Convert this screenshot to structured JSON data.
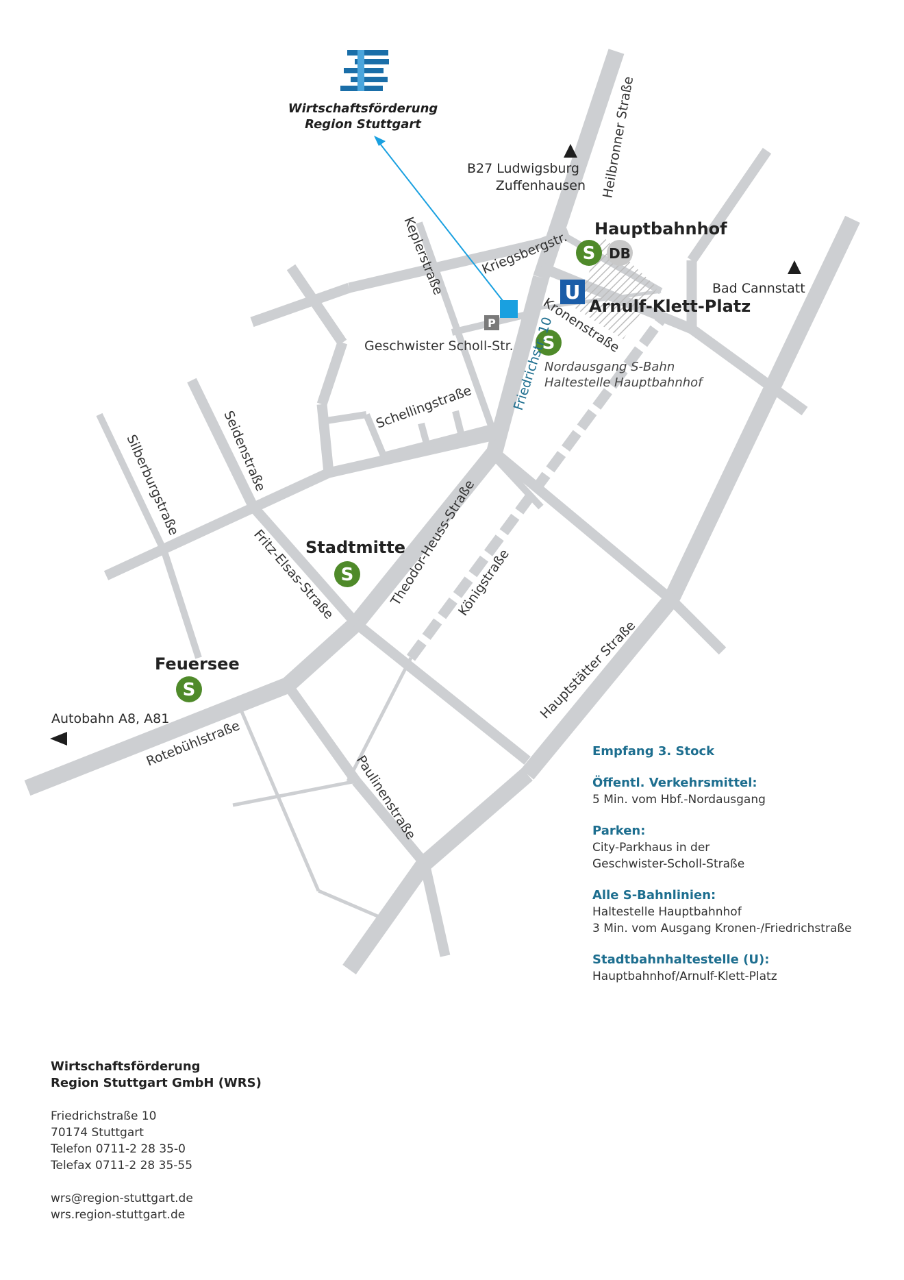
{
  "logo": {
    "name_line1": "Wirtschaftsförderung",
    "name_line2": "Region Stuttgart",
    "color": "#1a6ea8"
  },
  "directions": {
    "north_line1": "B27 Ludwigsburg",
    "north_line2": "Zuffenhausen",
    "east": "Bad Cannstatt",
    "west": "Autobahn A8, A81"
  },
  "stations": {
    "hauptbahnhof": "Hauptbahnhof",
    "db_label": "DB",
    "arnulf": "Arnulf-Klett-Platz",
    "u_label": "U",
    "stadtmitte": "Stadtmitte",
    "feuersee": "Feuersee",
    "s_label": "S",
    "parking_label": "P",
    "nordausgang_line1": "Nordausgang S-Bahn",
    "nordausgang_line2": "Haltestelle Hauptbahnhof"
  },
  "streets": {
    "heilbronner": "Heilbronner Straße",
    "kepler": "Keplerstraße",
    "kriegsberg": "Kriegsbergstr.",
    "kronen": "Kronenstraße",
    "friedrich": "Friedrichstr. 10",
    "scholl": "Geschwister Scholl-Str.",
    "schelling": "Schellingstraße",
    "seiden": "Seidenstraße",
    "silberburg": "Silberburgstraße",
    "fritz": "Fritz-Elsas-Straße",
    "heuss": "Theodor-Heuss-Straße",
    "koenig": "Königstraße",
    "hauptstaetter": "Hauptstätter Straße",
    "rotebuehl": "Rotebühlstraße",
    "paulinen": "Paulinenstraße"
  },
  "colors": {
    "road": "#cdcfd2",
    "s_bahn_green": "#4f8a2a",
    "u_bahn_blue": "#1a5da8",
    "marker_blue": "#19a0e0",
    "info_heading": "#1d6e8f",
    "db_gray": "#c8c8c8",
    "parking_gray": "#7a7a7a"
  },
  "info": [
    {
      "heading": "Empfang 3. Stock",
      "lines": []
    },
    {
      "heading": "Öffentl. Verkehrsmittel:",
      "lines": [
        "5 Min. vom Hbf.-Nordausgang"
      ]
    },
    {
      "heading": "Parken:",
      "lines": [
        "City-Parkhaus in der",
        "Geschwister-Scholl-Straße"
      ]
    },
    {
      "heading": "Alle S-Bahnlinien:",
      "lines": [
        "Haltestelle Hauptbahnhof",
        "3 Min. vom Ausgang Kronen-/Friedrichstraße"
      ]
    },
    {
      "heading": "Stadtbahnhaltestelle (U):",
      "lines": [
        "Hauptbahnhof/Arnulf-Klett-Platz"
      ]
    }
  ],
  "address": {
    "org_line1": "Wirtschaftsförderung",
    "org_line2": "Region Stuttgart GmbH (WRS)",
    "street": "Friedrichstraße 10",
    "city": "70174 Stuttgart",
    "phone": "Telefon 0711-2 28 35-0",
    "fax": "Telefax 0711-2 28 35-55",
    "email": "wrs@region-stuttgart.de",
    "web": "wrs.region-stuttgart.de"
  }
}
